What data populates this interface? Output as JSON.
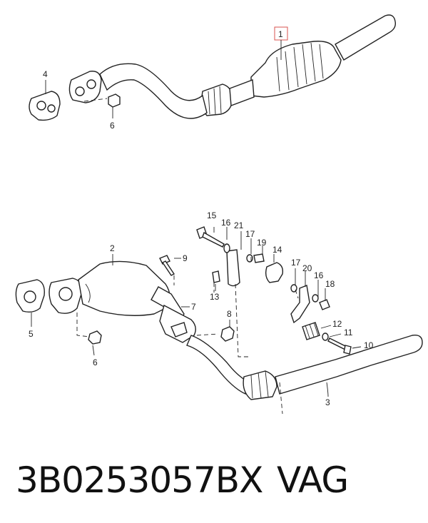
{
  "callouts": {
    "c1": "1",
    "c2": "2",
    "c3": "3",
    "c4": "4",
    "c5": "5",
    "c6a": "6",
    "c6b": "6",
    "c7": "7",
    "c8": "8",
    "c9": "9",
    "c10": "10",
    "c11": "11",
    "c12": "12",
    "c13": "13",
    "c14": "14",
    "c15": "15",
    "c16a": "16",
    "c16b": "16",
    "c17a": "17",
    "c17b": "17",
    "c18": "18",
    "c19": "19",
    "c20": "20",
    "c21": "21"
  },
  "footer": {
    "part_number": "3B0253057BX",
    "brand": "VAG"
  },
  "colors": {
    "highlight": "#d9534f",
    "line": "#222222"
  }
}
